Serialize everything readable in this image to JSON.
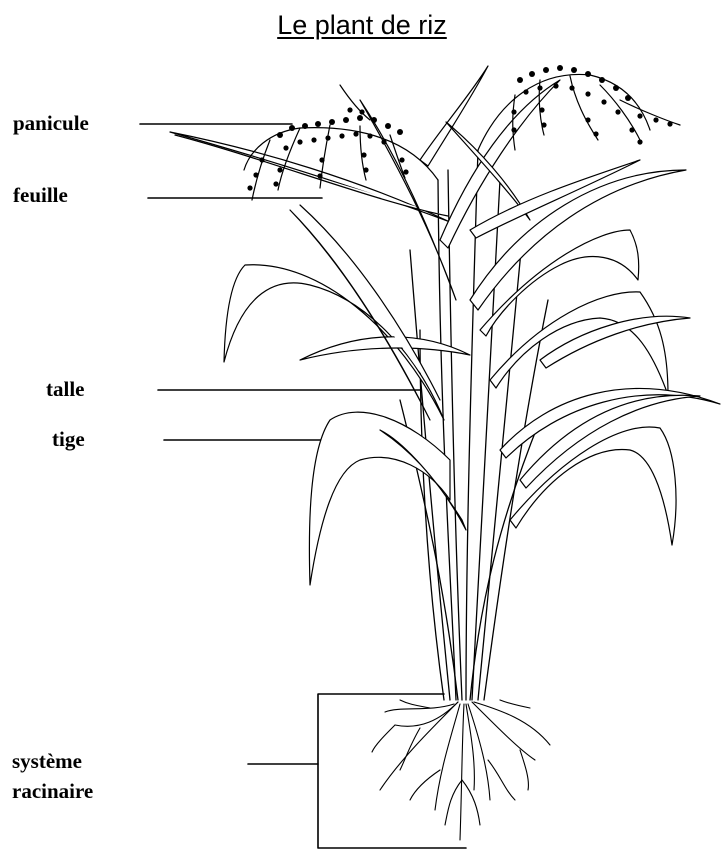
{
  "title": "Le plant de riz",
  "labels": {
    "panicule": "panicule",
    "feuille": "feuille",
    "talle": "talle",
    "tige": "tige",
    "systeme_line1": "système",
    "systeme_line2": "racinaire"
  }
}
